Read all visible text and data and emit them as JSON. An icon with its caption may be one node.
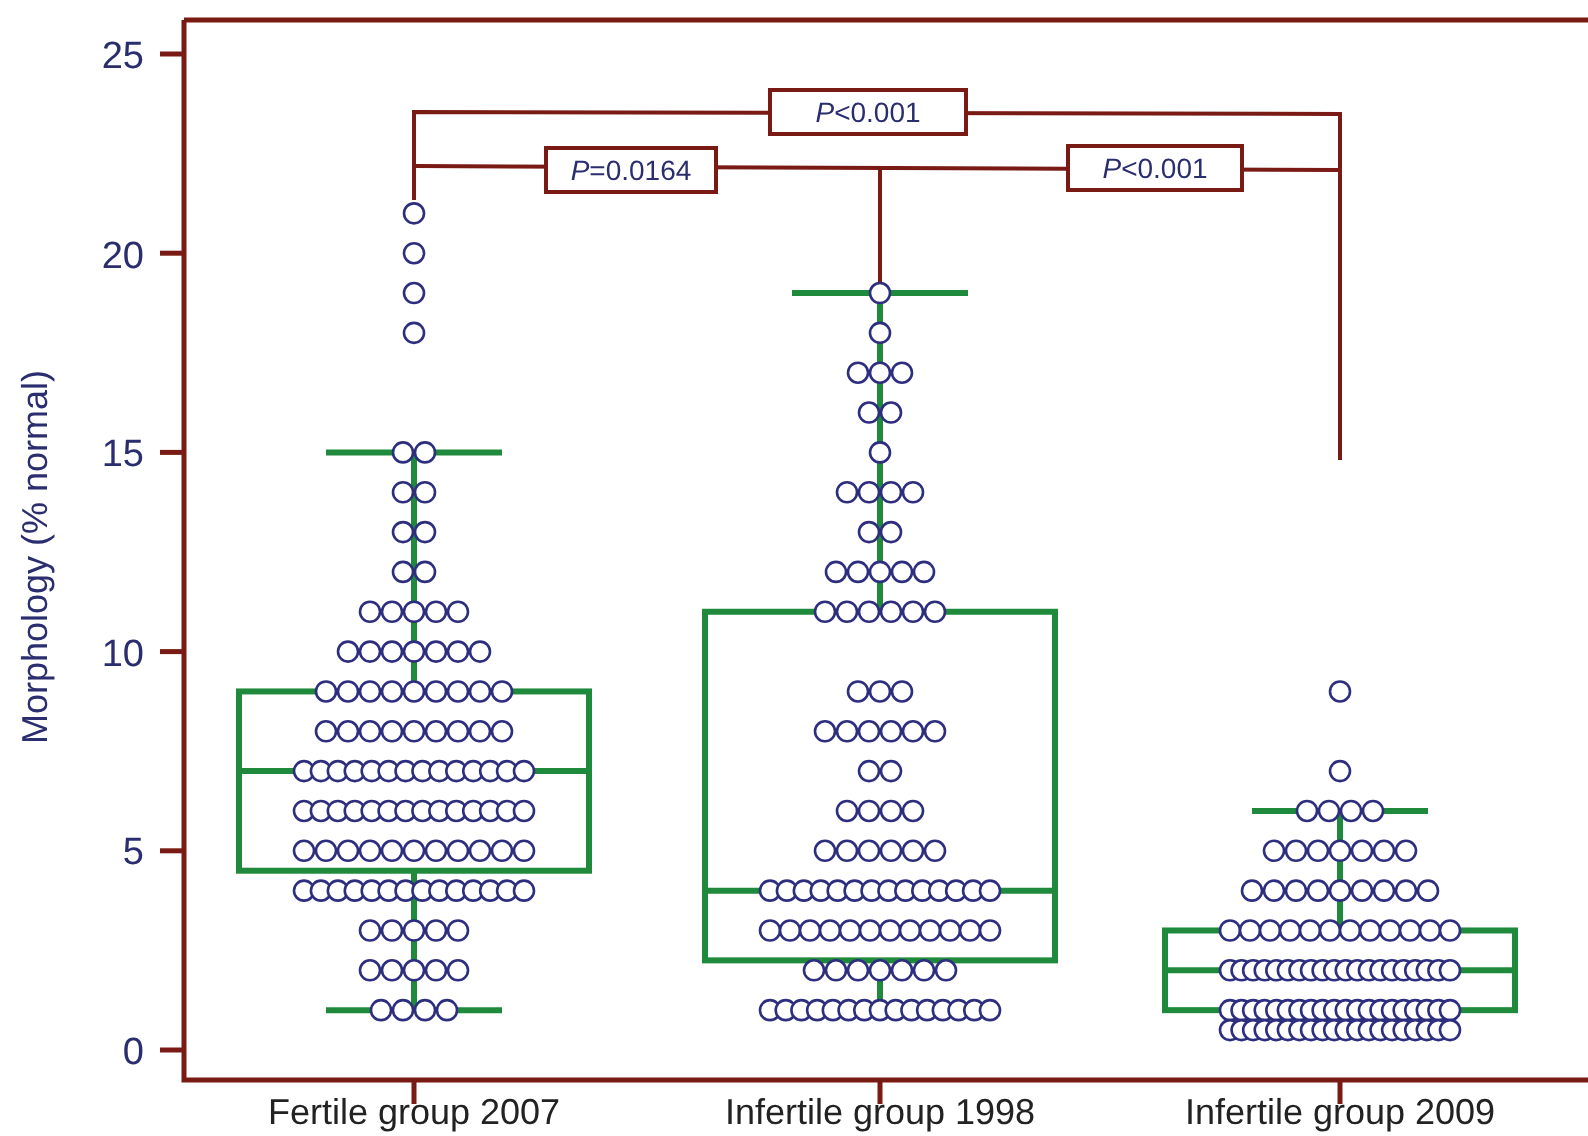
{
  "diagram": {
    "nodes": [
      {
        "text": [
          "*P*<0.001"
        ]
      },
      {
        "text": [
          "*P*=0.0164"
        ]
      },
      {
        "text": [
          "*P*<0.001"
        ]
      }
    ],
    "labels": [
      "25",
      "20",
      "15",
      "10",
      "5",
      "0",
      "Morphology (% normal)",
      "Fertile group 2007",
      "Infertile group 1998",
      "Infertile group 2009"
    ]
  }
}
